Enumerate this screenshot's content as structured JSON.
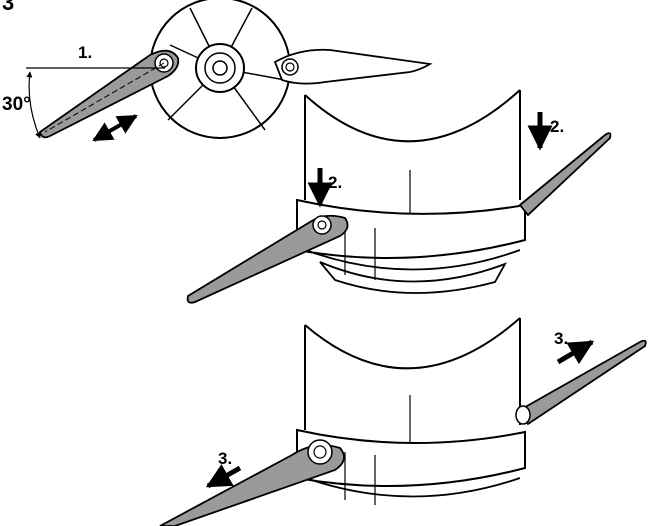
{
  "figure": {
    "number": "3",
    "angle": "30°",
    "steps": {
      "step1": "1.",
      "step2a": "2.",
      "step2b": "2.",
      "step3a": "3.",
      "step3b": "3."
    }
  },
  "icons": {
    "step1": "double-arrow-icon",
    "step2": "down-arrow-icon",
    "step3": "outward-arrow-icon"
  }
}
